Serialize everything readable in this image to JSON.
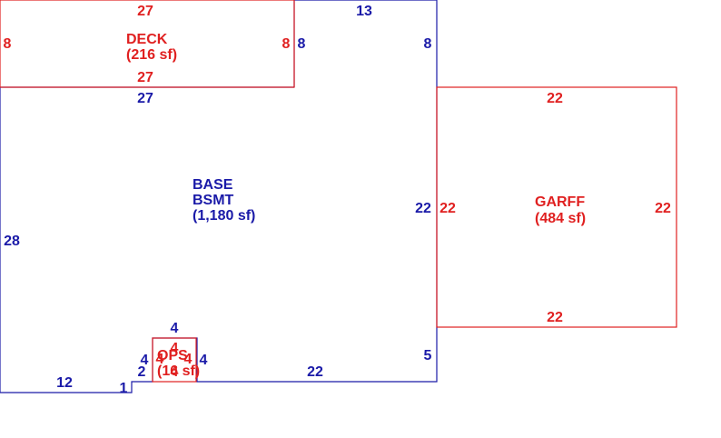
{
  "colors": {
    "base": "#1a1aa8",
    "addition": "#e02020"
  },
  "deck": {
    "name": "DECK",
    "area": "(216 sf)",
    "dims": {
      "top": "27",
      "bottom": "27",
      "left": "8",
      "right": "8"
    }
  },
  "base": {
    "name": "BASE",
    "name2": "BSMT",
    "area": "(1,180 sf)",
    "dims": {
      "top": "13",
      "upper_right": "8",
      "upper_left": "8",
      "mid_top": "27",
      "left": "28",
      "right": "22",
      "bottom_left": "12",
      "step": "1",
      "notch_left": "2",
      "bottom_right": "22",
      "lower_right": "5"
    }
  },
  "garage": {
    "name": "GARFF",
    "area": "(484 sf)",
    "dims": {
      "top": "22",
      "bottom": "22",
      "left": "22",
      "right": "22"
    }
  },
  "bay": {
    "dims": {
      "top": "4",
      "left": "4",
      "right": "4"
    }
  },
  "opp": {
    "name": "OPS",
    "area": "(16 sf)",
    "dims": {
      "top": "4",
      "bottom": "4",
      "left": "4",
      "right": "4"
    }
  }
}
